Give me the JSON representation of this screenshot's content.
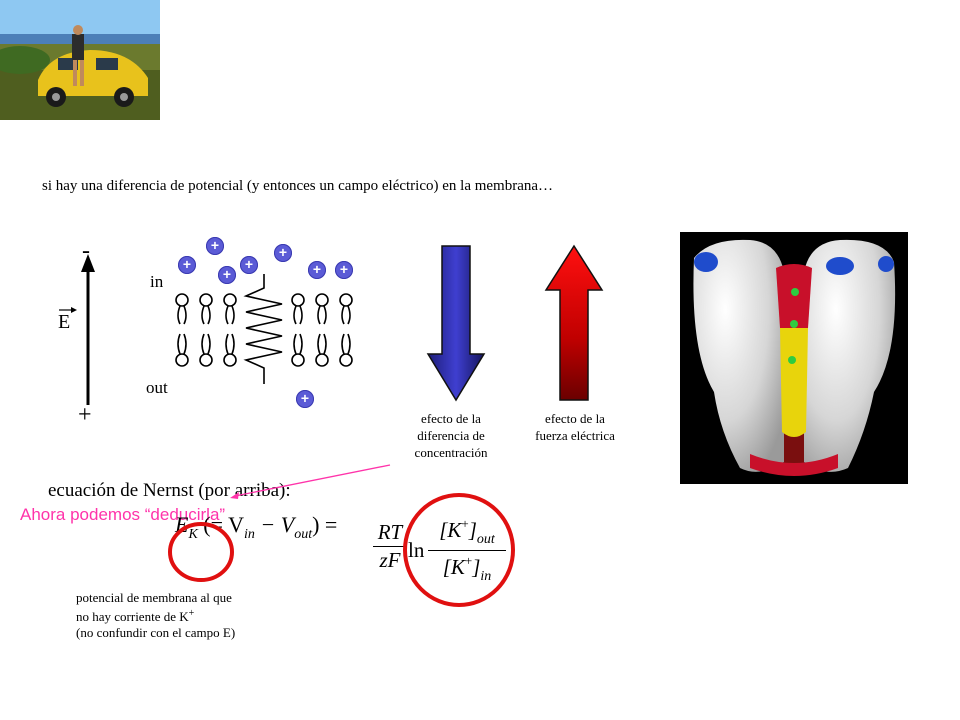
{
  "intro_text": "si hay una diferencia de potencial (y entonces un campo eléctrico) en la membrana…",
  "field": {
    "minus": "-",
    "plus": "+",
    "label": "E"
  },
  "membrane": {
    "in_label": "in",
    "out_label": "out",
    "ion_symbol": "+"
  },
  "arrows": {
    "concentration_caption": [
      "efecto de la",
      "diferencia de",
      "concentración"
    ],
    "electric_caption": [
      "efecto de la",
      "fuerza eléctrica"
    ],
    "concentration_color": "#2b2b9e",
    "electric_color": "#e00000"
  },
  "nernst": {
    "title": "ecuación de Nernst (por arriba):",
    "annotation": "Ahora podemos “deducirla”",
    "annotation_color": "#ff33aa",
    "circle_color": "#e01010",
    "eq": {
      "lhs": "E",
      "lhs_sub": "K",
      "open": "(= V",
      "vin_sub": "in",
      "minus": " − V",
      "vout_sub": "out",
      "close": ") =",
      "rt": "RT",
      "zf": "zF",
      "ln": "ln",
      "numer": "[K",
      "numer_sup": "+",
      "numer_close": "]",
      "numer_sub": "out",
      "denom": "[K",
      "denom_sup": "+",
      "denom_close": "]",
      "denom_sub": "in"
    },
    "note": [
      "potencial de membrana al que",
      "no hay corriente de K",
      "(no confundir con el campo E)"
    ],
    "note_sup": "+"
  }
}
